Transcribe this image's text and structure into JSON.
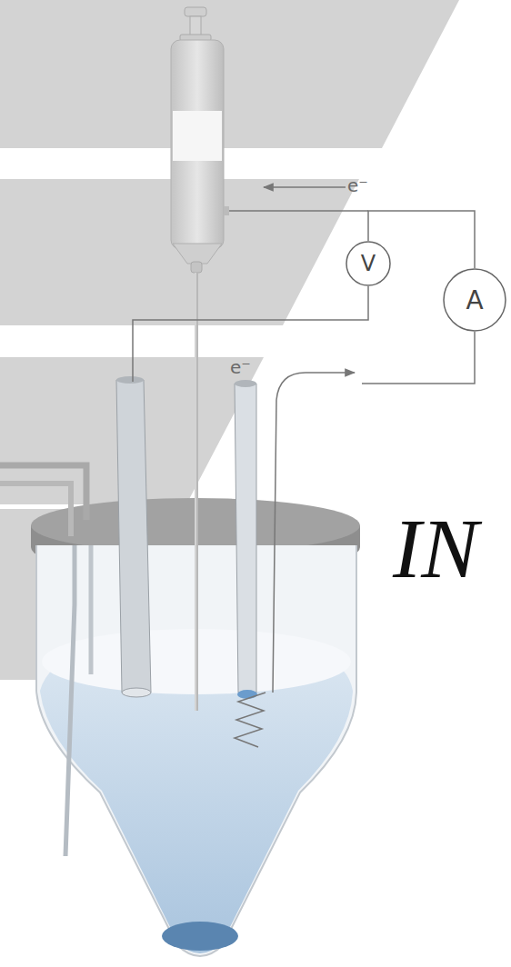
{
  "diagram": {
    "nodes": [
      {
        "text": [
          "V"
        ]
      },
      {
        "text": [
          "A"
        ]
      }
    ],
    "edges": [
      {
        "from": 0,
        "to": 1,
        "arrow": "none"
      }
    ],
    "labels": [
      "e⁻",
      "e⁻",
      "IN"
    ]
  }
}
